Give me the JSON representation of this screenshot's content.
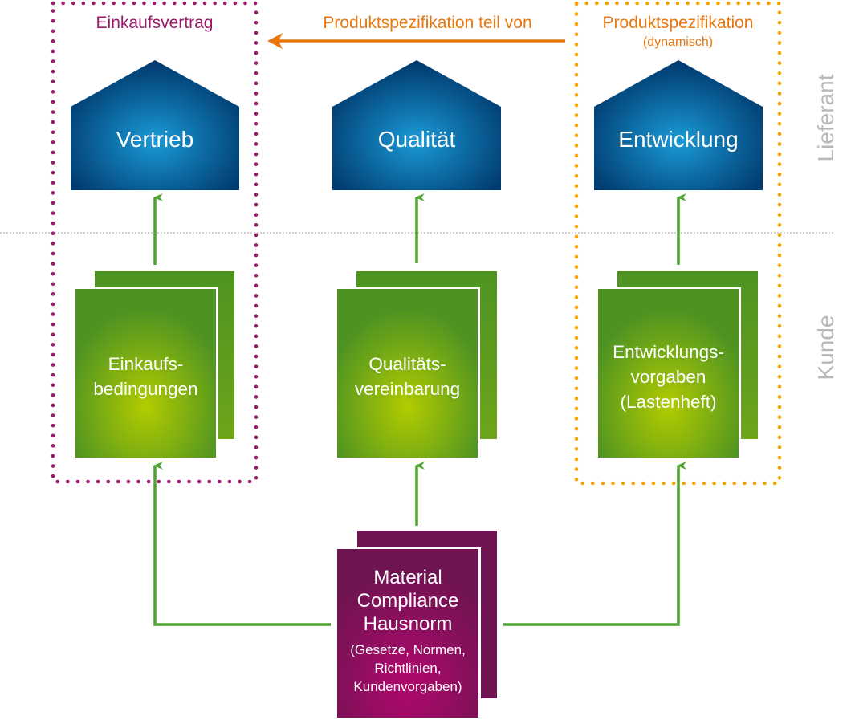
{
  "frames": {
    "purchase_contract": {
      "title": "Einkaufsvertrag",
      "color": "#9a1a6c"
    },
    "product_spec": {
      "title": "Produktspezifikation",
      "subtitle": "(dynamisch)",
      "color": "#f5a100"
    }
  },
  "relation": {
    "label": "Produktspezifikation teil von",
    "color": "#e8770e"
  },
  "zones": {
    "supplier": "Lieferant",
    "customer": "Kunde"
  },
  "departments": [
    {
      "label": "Vertrieb"
    },
    {
      "label": "Qualität"
    },
    {
      "label": "Entwicklung"
    }
  ],
  "documents": [
    {
      "lines": [
        "Einkaufs-",
        "bedingungen"
      ]
    },
    {
      "lines": [
        "Qualitäts-",
        "vereinbarung"
      ]
    },
    {
      "lines": [
        "Entwicklungs-",
        "vorgaben",
        "(Lastenheft)"
      ]
    }
  ],
  "source_document": {
    "title_lines": [
      "Material",
      "Compliance",
      "Hausnorm"
    ],
    "detail_lines": [
      "(Gesetze, Normen,",
      "Richtlinien,",
      "Kundenvorgaben)"
    ]
  },
  "colors": {
    "house_dark": "#003a6e",
    "house_light": "#1a9ad6",
    "doc_dark": "#4e9322",
    "doc_light": "#b2cc00",
    "mc_dark": "#6e1450",
    "mc_light": "#b0086e",
    "arrow_green": "#4ea42f",
    "arrow_orange": "#e8770e",
    "separator": "#b5b5b5",
    "zone_text": "#b9b9b9"
  }
}
